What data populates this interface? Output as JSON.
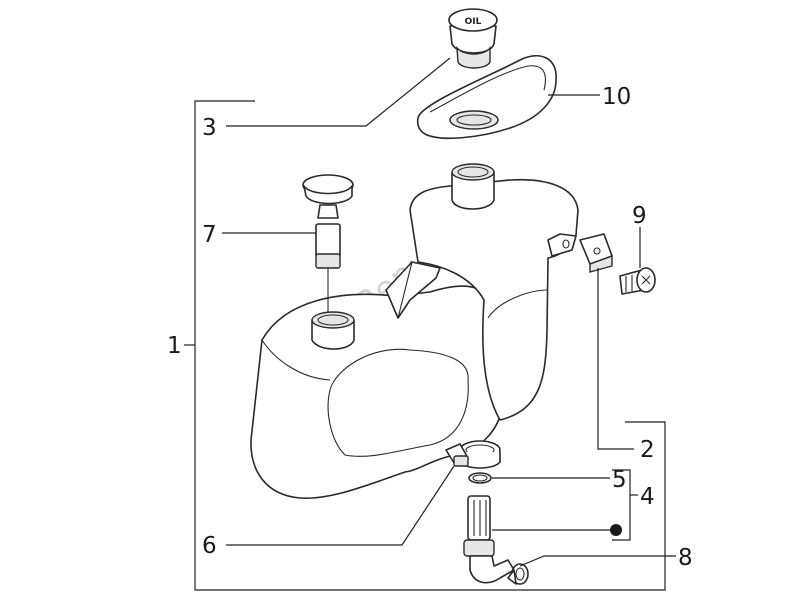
{
  "callouts": {
    "c1": "1",
    "c2": "2",
    "c3": "3",
    "c4": "4",
    "c5": "5",
    "c6": "6",
    "c7": "7",
    "c8": "8",
    "c9": "9",
    "c10": "10"
  },
  "cap_text": "OIL",
  "watermark": "PartsRepublik"
}
